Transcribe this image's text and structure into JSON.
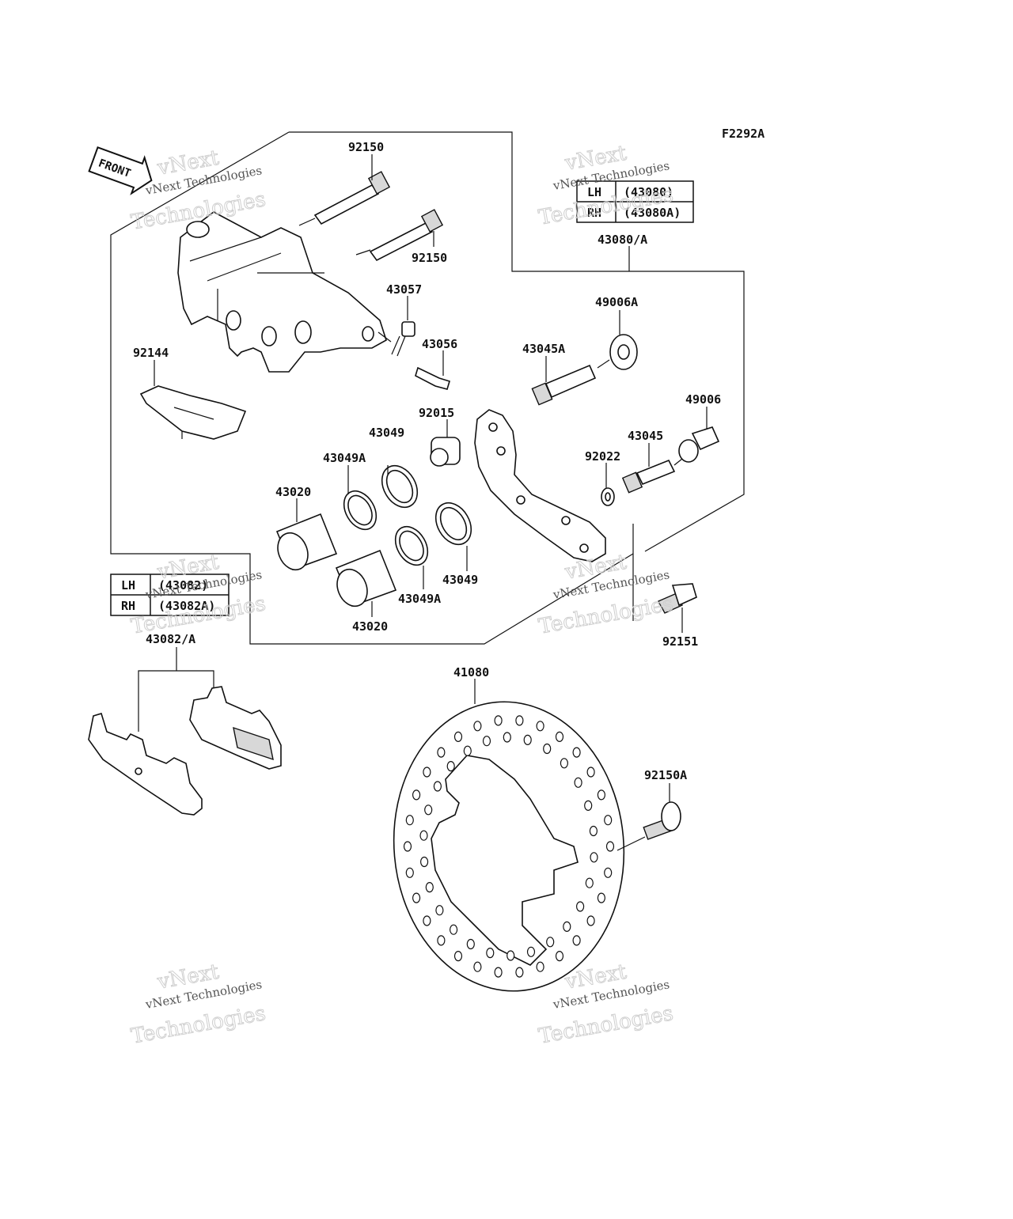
{
  "diagram_code": "F2292A",
  "front_label": "FRONT",
  "part_numbers": {
    "p92150_top": "92150",
    "p92150_mid": "92150",
    "p43057": "43057",
    "p43056": "43056",
    "p92144": "92144",
    "p43080": "43080/A",
    "p49006A": "49006A",
    "p43045A": "43045A",
    "p92015": "92015",
    "p43049_a": "43049",
    "p43049A_a": "43049A",
    "p43020_a": "43020",
    "p49006": "49006",
    "p43045": "43045",
    "p92022": "92022",
    "p43049_b": "43049",
    "p43049A_b": "43049A",
    "p43020_b": "43020",
    "p92151": "92151",
    "p43082": "43082/A",
    "p41080": "41080",
    "p92150A": "92150A"
  },
  "caliper_table": {
    "lh_side": "LH",
    "lh_part": "(43080)",
    "rh_side": "RH",
    "rh_part": "(43080A)"
  },
  "pad_table": {
    "lh_side": "LH",
    "lh_part": "(43082)",
    "rh_side": "RH",
    "rh_part": "(43082A)"
  },
  "watermark": {
    "line1": "vNext Technologies",
    "line2": "vNext",
    "line3": "Technologies"
  }
}
